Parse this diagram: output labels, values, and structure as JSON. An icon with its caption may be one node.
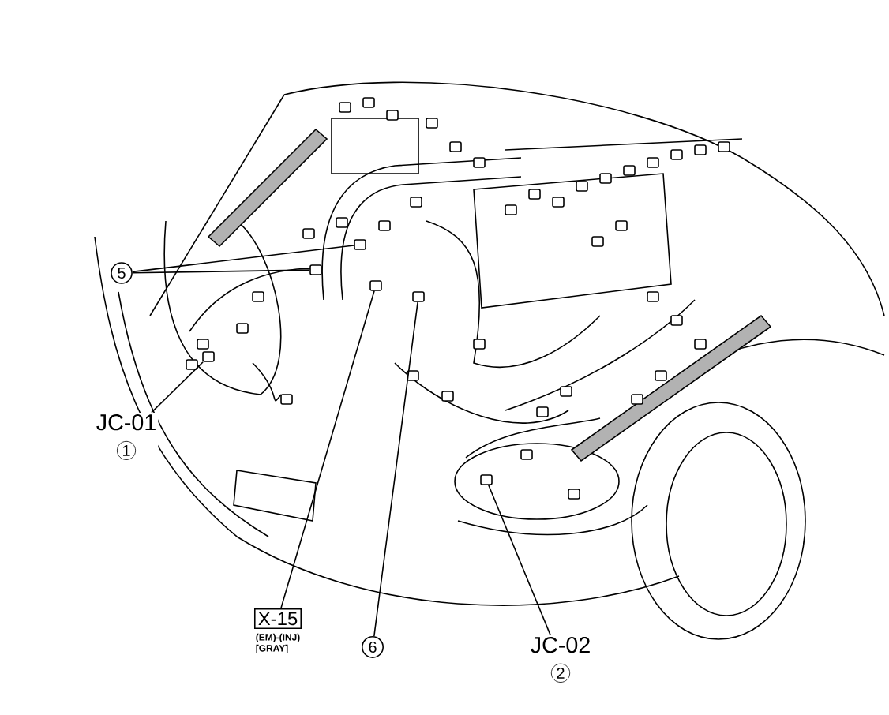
{
  "diagram": {
    "nodes": [
      {
        "text": [
          "5"
        ]
      },
      {
        "text": [],
        "shape": "box"
      },
      {
        "text": [],
        "shape": "box"
      },
      {
        "text": [
          "JC-01",
          "1"
        ]
      },
      {
        "text": [],
        "shape": "box"
      },
      {
        "text": [
          "X-15"
        ],
        "beside": [
          "(EM)-(INJ) [GRAY]"
        ]
      },
      {
        "text": [],
        "shape": "box"
      },
      {
        "text": [
          "6"
        ]
      },
      {
        "text": [],
        "shape": "box"
      },
      {
        "text": [
          "JC-02",
          "2"
        ]
      },
      {
        "text": [],
        "shape": "box"
      }
    ],
    "edges": [
      {
        "from": 0,
        "to": 1,
        "arrow": "none"
      },
      {
        "from": 0,
        "to": 2,
        "arrow": "none"
      },
      {
        "from": 3,
        "to": 4,
        "arrow": "none"
      },
      {
        "from": 5,
        "to": 6,
        "arrow": "none"
      },
      {
        "from": 7,
        "to": 8,
        "arrow": "none"
      },
      {
        "from": 9,
        "to": 10,
        "arrow": "none"
      }
    ]
  }
}
